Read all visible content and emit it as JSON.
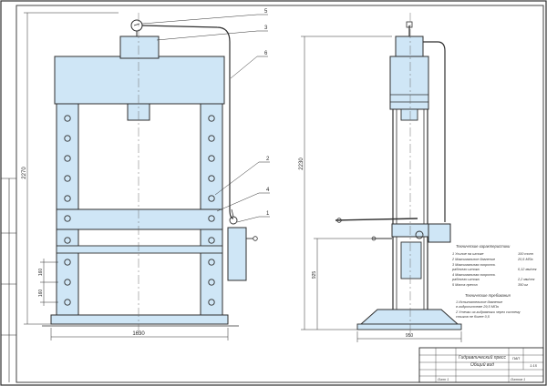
{
  "leaders": [
    "5",
    "3",
    "6",
    "2",
    "4",
    "1"
  ],
  "dimensions": {
    "overall_width": "1630",
    "overall_height": "2270",
    "height_right": "2230",
    "base_width": "950",
    "mid_height": "925",
    "spacing_upper": "160",
    "spacing_lower": "160"
  },
  "specs": {
    "title": "Технические характеристики",
    "lines": [
      "1 Усилие на штоке",
      "2 Максимальное давление",
      "3 Максимальная скорость",
      "   рабочего штока",
      "4 Максимальная скорость",
      "   рабочего штока",
      "5 Масса пресса"
    ],
    "values": [
      "100 тонн",
      "20,5 МПа",
      "",
      "0,12 мм/сек",
      "",
      "2,2 мм/сек",
      "350 кг"
    ]
  },
  "requirements": {
    "title": "Технические требования",
    "lines": [
      "1 Испытательное давление",
      "   в гидросистеме 29,5 МПа",
      "2 Утечки из гидравлики через систему",
      "   стыков не более 0,5"
    ]
  },
  "title_block": {
    "title_line1": "Гидравлический пресс",
    "title_line2": "Общий вид",
    "doc_code": "ПАП",
    "scale": "1:15",
    "sheet": "Лист 1",
    "sheet_count": "Листов 1"
  }
}
